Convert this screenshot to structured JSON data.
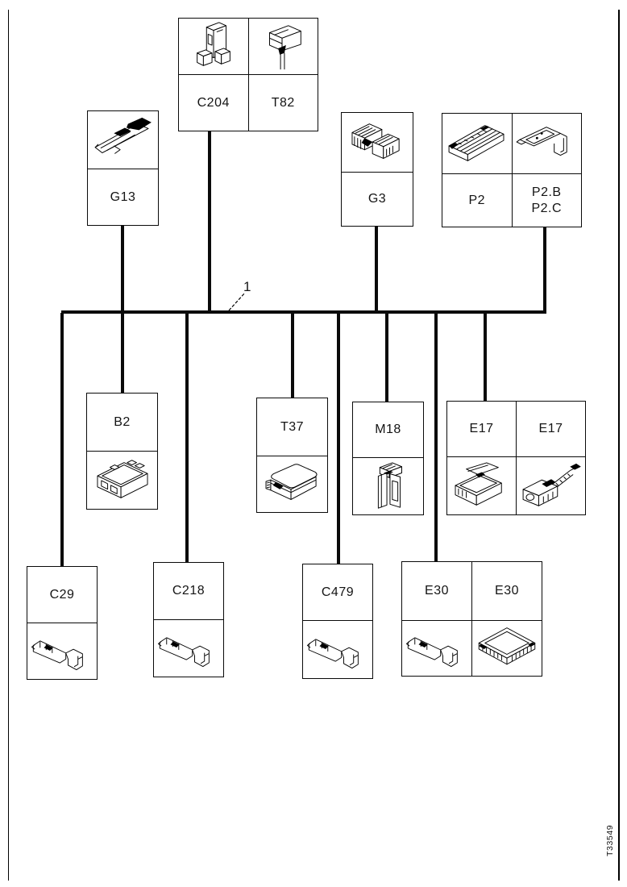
{
  "page": {
    "callout_label": "1",
    "doc_number_vertical": "T33549"
  },
  "icons": {
    "c204": "tall-connector-icon",
    "t82": "wired-connector-icon",
    "g13": "angled-sensor-icon",
    "g3": "dual-connector-icon",
    "p2": "pin-block-icon",
    "p2bc": "mounting-bracket-icon",
    "b2": "module-box-icon",
    "t37": "rounded-box-icon",
    "m18": "vertical-pump-icon",
    "e17a": "lidded-box-icon",
    "e17b": "cable-connector-icon",
    "terminal": "terminal-pin-icon",
    "e30b": "flat-ecu-icon"
  },
  "boxes": {
    "c204_t82": {
      "cells": [
        {
          "label": "C204"
        },
        {
          "label": "T82"
        }
      ]
    },
    "g13": {
      "label": "G13"
    },
    "g3": {
      "label": "G3"
    },
    "p2": {
      "cells": [
        {
          "label": "P2"
        },
        {
          "label_line1": "P2.B",
          "label_line2": "P2.C"
        }
      ]
    },
    "b2": {
      "label": "B2"
    },
    "t37": {
      "label": "T37"
    },
    "m18": {
      "label": "M18"
    },
    "e17": {
      "cells": [
        {
          "label": "E17"
        },
        {
          "label": "E17"
        }
      ]
    },
    "c29": {
      "label": "C29"
    },
    "c218": {
      "label": "C218"
    },
    "c479": {
      "label": "C479"
    },
    "e30": {
      "cells": [
        {
          "label": "E30"
        },
        {
          "label": "E30"
        }
      ]
    }
  }
}
